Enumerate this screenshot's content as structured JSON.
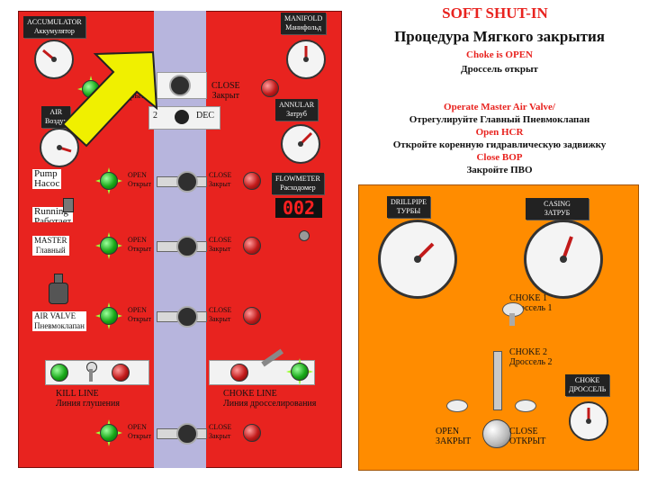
{
  "title": {
    "en": "SOFT SHUT-IN",
    "ru": "Процедура Мягкого закрытия"
  },
  "status": {
    "en": "Choke is OPEN",
    "ru": "Дроссель открыт"
  },
  "steps": [
    {
      "en": "Operate Master Air Valve/",
      "ru": "Отрегулируйте Главный Пневмоклапан"
    },
    {
      "en": "Open HCR",
      "ru": "Откройте коренную гидравлическую задвижку"
    },
    {
      "en": "Close BOP",
      "ru": "Закройте ПВО"
    }
  ],
  "bop": {
    "accumulator": {
      "en": "ACCUMULATOR",
      "ru": "Аккумулятор"
    },
    "manifold": {
      "en": "MANIFOLD",
      "ru": "Манифольд"
    },
    "air": {
      "en": "AIR",
      "ru": "Воздух"
    },
    "annular": {
      "en": "ANNULAR",
      "ru": "Затруб"
    },
    "flowmeter": {
      "en": "FLOWMETER",
      "ru": "Расходомер",
      "value": "002"
    },
    "pump": {
      "en": "Pump",
      "ru": "Насос",
      "state": "Running",
      "state_ru": "Работает"
    },
    "master": {
      "en": "MASTER",
      "ru": "Главный"
    },
    "air_valve": {
      "en": "AIR VALVE",
      "ru": "Пневмоклапан"
    },
    "inc_dec": {
      "inc": "2",
      "dec": "DEC"
    },
    "open": {
      "en": "OPEN",
      "ru": "Открыт"
    },
    "close": {
      "en": "CLOSE",
      "ru": "Закрыт"
    },
    "kill_line": {
      "en": "KILL LINE",
      "ru": "Линия глушения"
    },
    "choke_line": {
      "en": "CHOKE LINE",
      "ru": "Линия дросселирования"
    }
  },
  "choke_panel": {
    "drillpipe": {
      "en": "DRILLPIPE",
      "ru": "ТУРБЫ"
    },
    "casing": {
      "en": "CASING",
      "ru": "ЗАТРУБ"
    },
    "choke1": {
      "en": "CHOKE 1",
      "ru": "Дроссель 1"
    },
    "choke2": {
      "en": "CHOKE 2",
      "ru": "Дроссель 2"
    },
    "choke": {
      "en": "CHOKE",
      "ru": "ДРОССЕЛЬ"
    },
    "open": {
      "en": "OPEN",
      "ru": "ЗАКРЫТ"
    },
    "close": {
      "en": "CLOSE",
      "ru": "ОТКРЫТ"
    }
  },
  "colors": {
    "panel_red": "#e8231f",
    "panel_orange": "#ff8c00",
    "column": "#b7b5dd",
    "arrow": "#f0f000"
  }
}
